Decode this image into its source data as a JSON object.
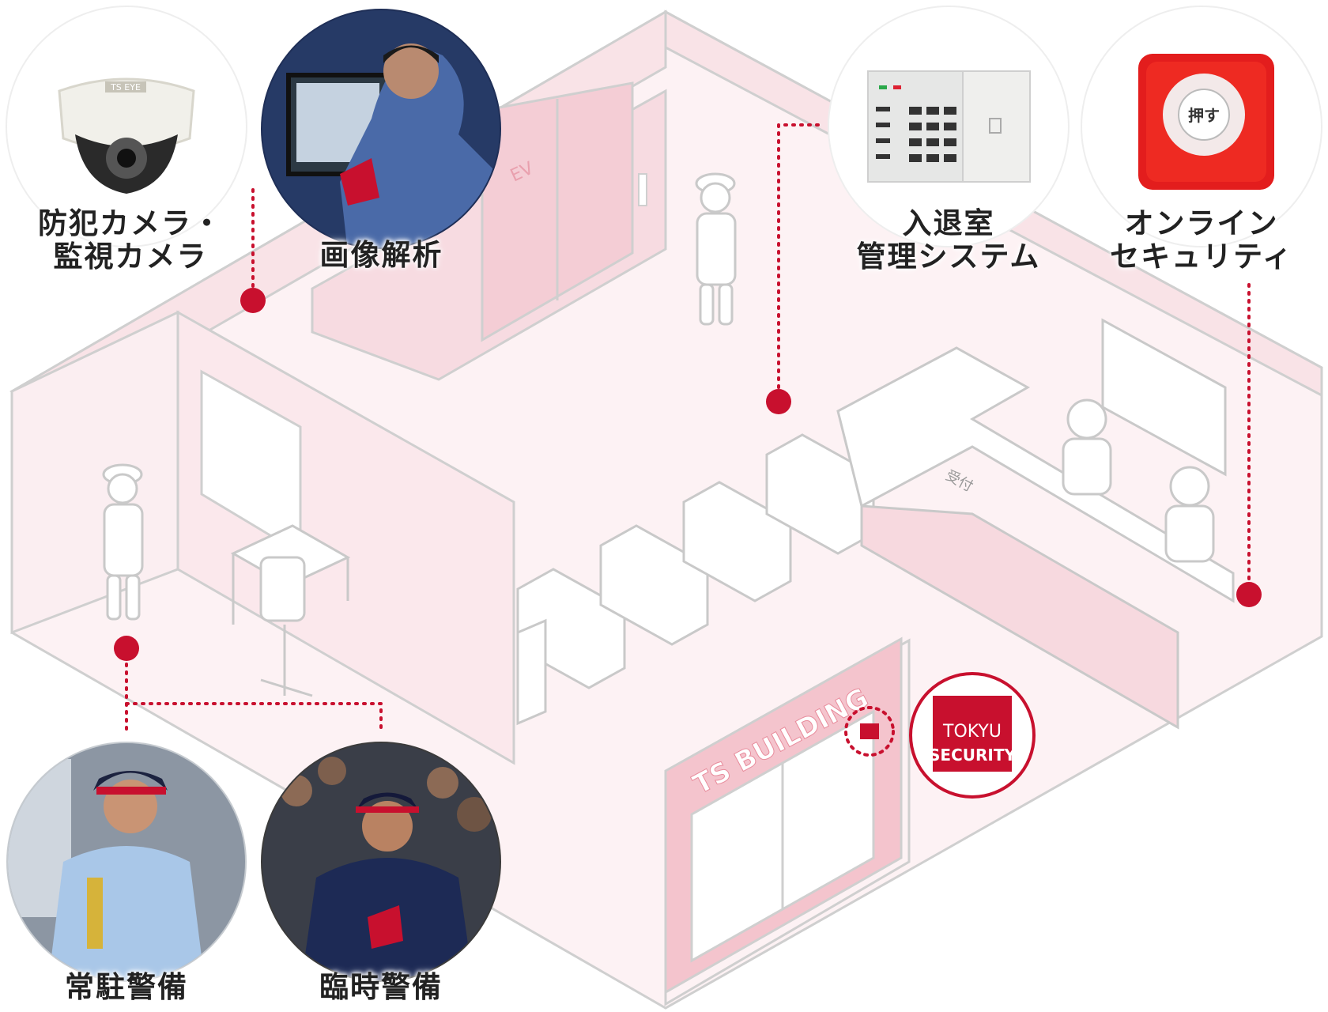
{
  "services": {
    "camera": {
      "line1": "防犯カメラ・",
      "line2": "監視カメラ"
    },
    "analysis": {
      "label": "画像解析"
    },
    "access": {
      "line1": "入退室",
      "line2": "管理システム"
    },
    "online": {
      "line1": "オンライン",
      "line2": "セキュリティ"
    },
    "resident": {
      "label": "常駐警備"
    },
    "temporary": {
      "label": "臨時警備"
    }
  },
  "building": {
    "sign": "TS BUILDING",
    "elevator": "EV",
    "reception": "受付"
  },
  "alarm_button": "押す",
  "camera_brand": "TS EYE",
  "logo": {
    "line1": "TOKYU",
    "line2": "SECURITY"
  },
  "colors": {
    "accent": "#c8102e",
    "floor": "#fbeff1",
    "wall": "#f6dde2",
    "line": "#c9c9c9"
  }
}
